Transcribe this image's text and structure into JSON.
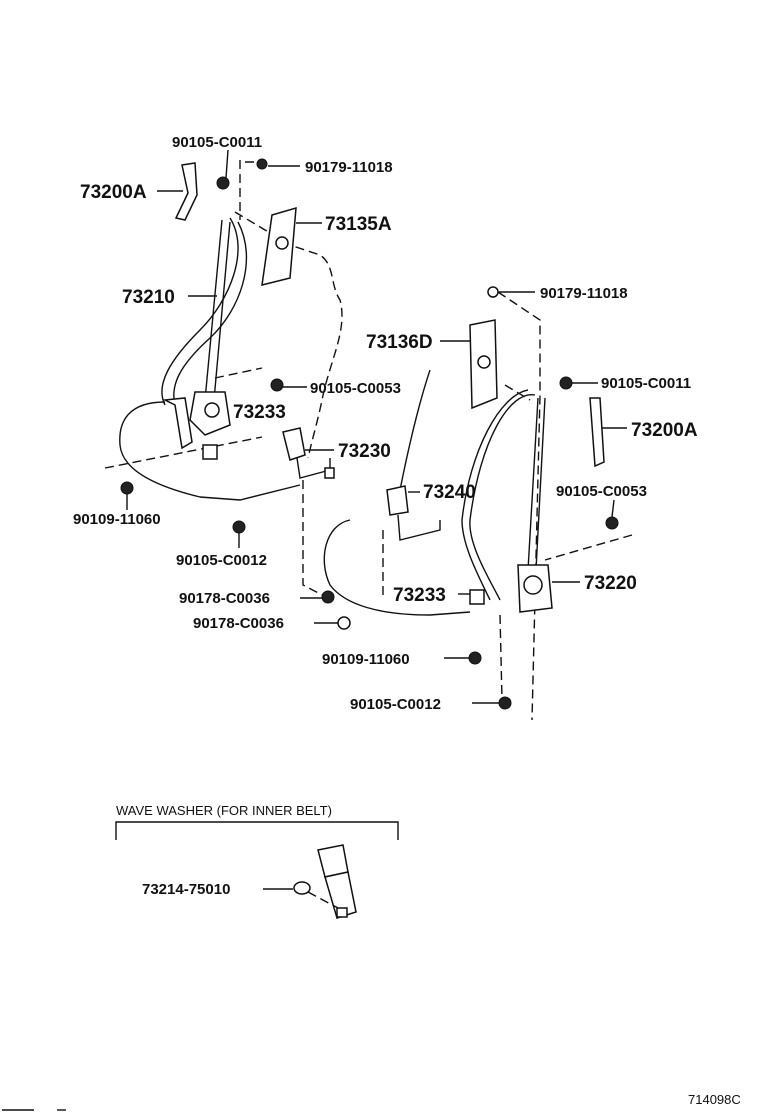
{
  "labels": {
    "p90105_c0011_top": "90105-C0011",
    "p90179_11018_top": "90179-11018",
    "p73200a_left": "73200A",
    "p73135a": "73135A",
    "p73210": "73210",
    "p90179_11018_right": "90179-11018",
    "p73136d": "73136D",
    "p90105_c0053_left": "90105-C0053",
    "p90105_c0011_right": "90105-C0011",
    "p73233_left": "73233",
    "p73200a_right": "73200A",
    "p73230": "73230",
    "p90109_11060_left": "90109-11060",
    "p73240": "73240",
    "p90105_c0053_right": "90105-C0053",
    "p90105_c0012_left": "90105-C0012",
    "p73233_right": "73233",
    "p73220": "73220",
    "p90178_c0036_a": "90178-C0036",
    "p90178_c0036_b": "90178-C0036",
    "p90109_11060_right": "90109-11060",
    "p90105_c0012_right": "90105-C0012",
    "wave_washer_title": "WAVE WASHER (FOR INNER BELT)",
    "p73214_75010": "73214-75010",
    "diagram_code": "714098C"
  }
}
